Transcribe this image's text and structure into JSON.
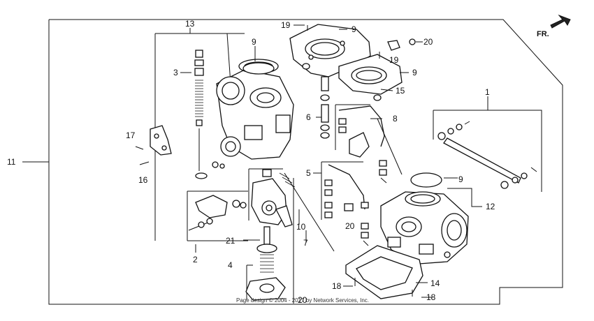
{
  "direction_label": "FR.",
  "footer_text": "Page design © 2004 - 2017 by Network Services, Inc.",
  "callouts": {
    "c1": "1",
    "c2": "2",
    "c3": "3",
    "c4": "4",
    "c5": "5",
    "c6": "6",
    "c7": "7",
    "c8": "8",
    "c9a": "9",
    "c9b": "9",
    "c9c": "9",
    "c9d": "9",
    "c10": "10",
    "c11": "11",
    "c12": "12",
    "c13": "13",
    "c14": "14",
    "c15": "15",
    "c16": "16",
    "c17": "17",
    "c18a": "18",
    "c18b": "18",
    "c19a": "19",
    "c19b": "19",
    "c20a": "20",
    "c20b": "20",
    "c20c": "20",
    "c21": "21"
  }
}
